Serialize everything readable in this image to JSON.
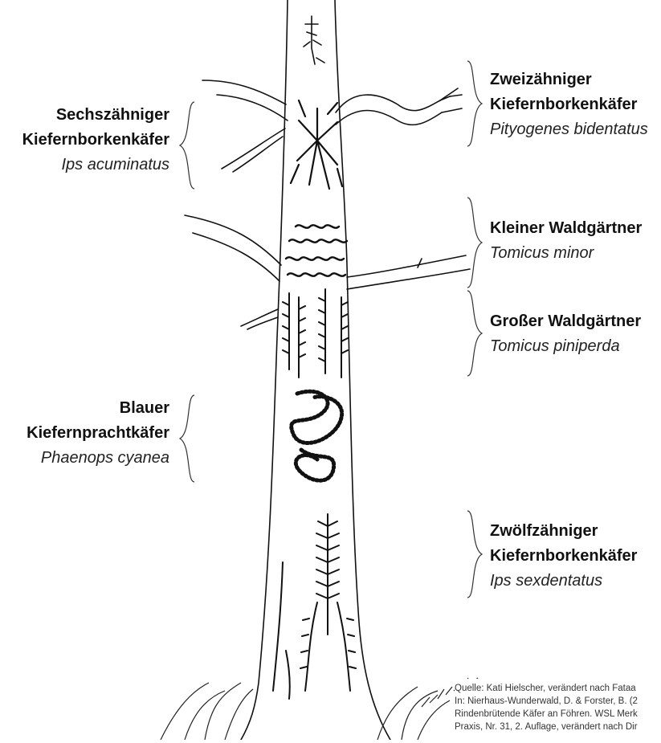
{
  "labels": {
    "sechszaehniger": {
      "common": [
        "Sechszähniger",
        "Kiefernborkenkäfer"
      ],
      "latin": "Ips acuminatus"
    },
    "zweizaehniger": {
      "common": [
        "Zweizähniger",
        "Kiefernborkenkäfer"
      ],
      "latin": "Pityogenes bidentatus"
    },
    "kleiner": {
      "common": [
        "Kleiner Waldgärtner"
      ],
      "latin": "Tomicus minor"
    },
    "grosser": {
      "common": [
        "Großer Waldgärtner"
      ],
      "latin": "Tomicus piniperda"
    },
    "blauer": {
      "common": [
        "Blauer",
        "Kiefernprachtkäfer"
      ],
      "latin": "Phaenops cyanea"
    },
    "zwoelfzaehniger": {
      "common": [
        "Zwölfzähniger",
        "Kiefernborkenkäfer"
      ],
      "latin": "Ips sexdentatus"
    }
  },
  "source_lines": [
    "Quelle: Kati Hielscher, verändert nach Fataa",
    "In: Nierhaus-Wunderwald, D. & Forster, B. (2",
    "Rindenbrütende Käfer an Föhren. WSL Merk",
    "Praxis, Nr. 31, 2. Auflage, verändert nach Dir"
  ],
  "colors": {
    "ink": "#111111",
    "brace": "#333333",
    "background": "#ffffff"
  }
}
